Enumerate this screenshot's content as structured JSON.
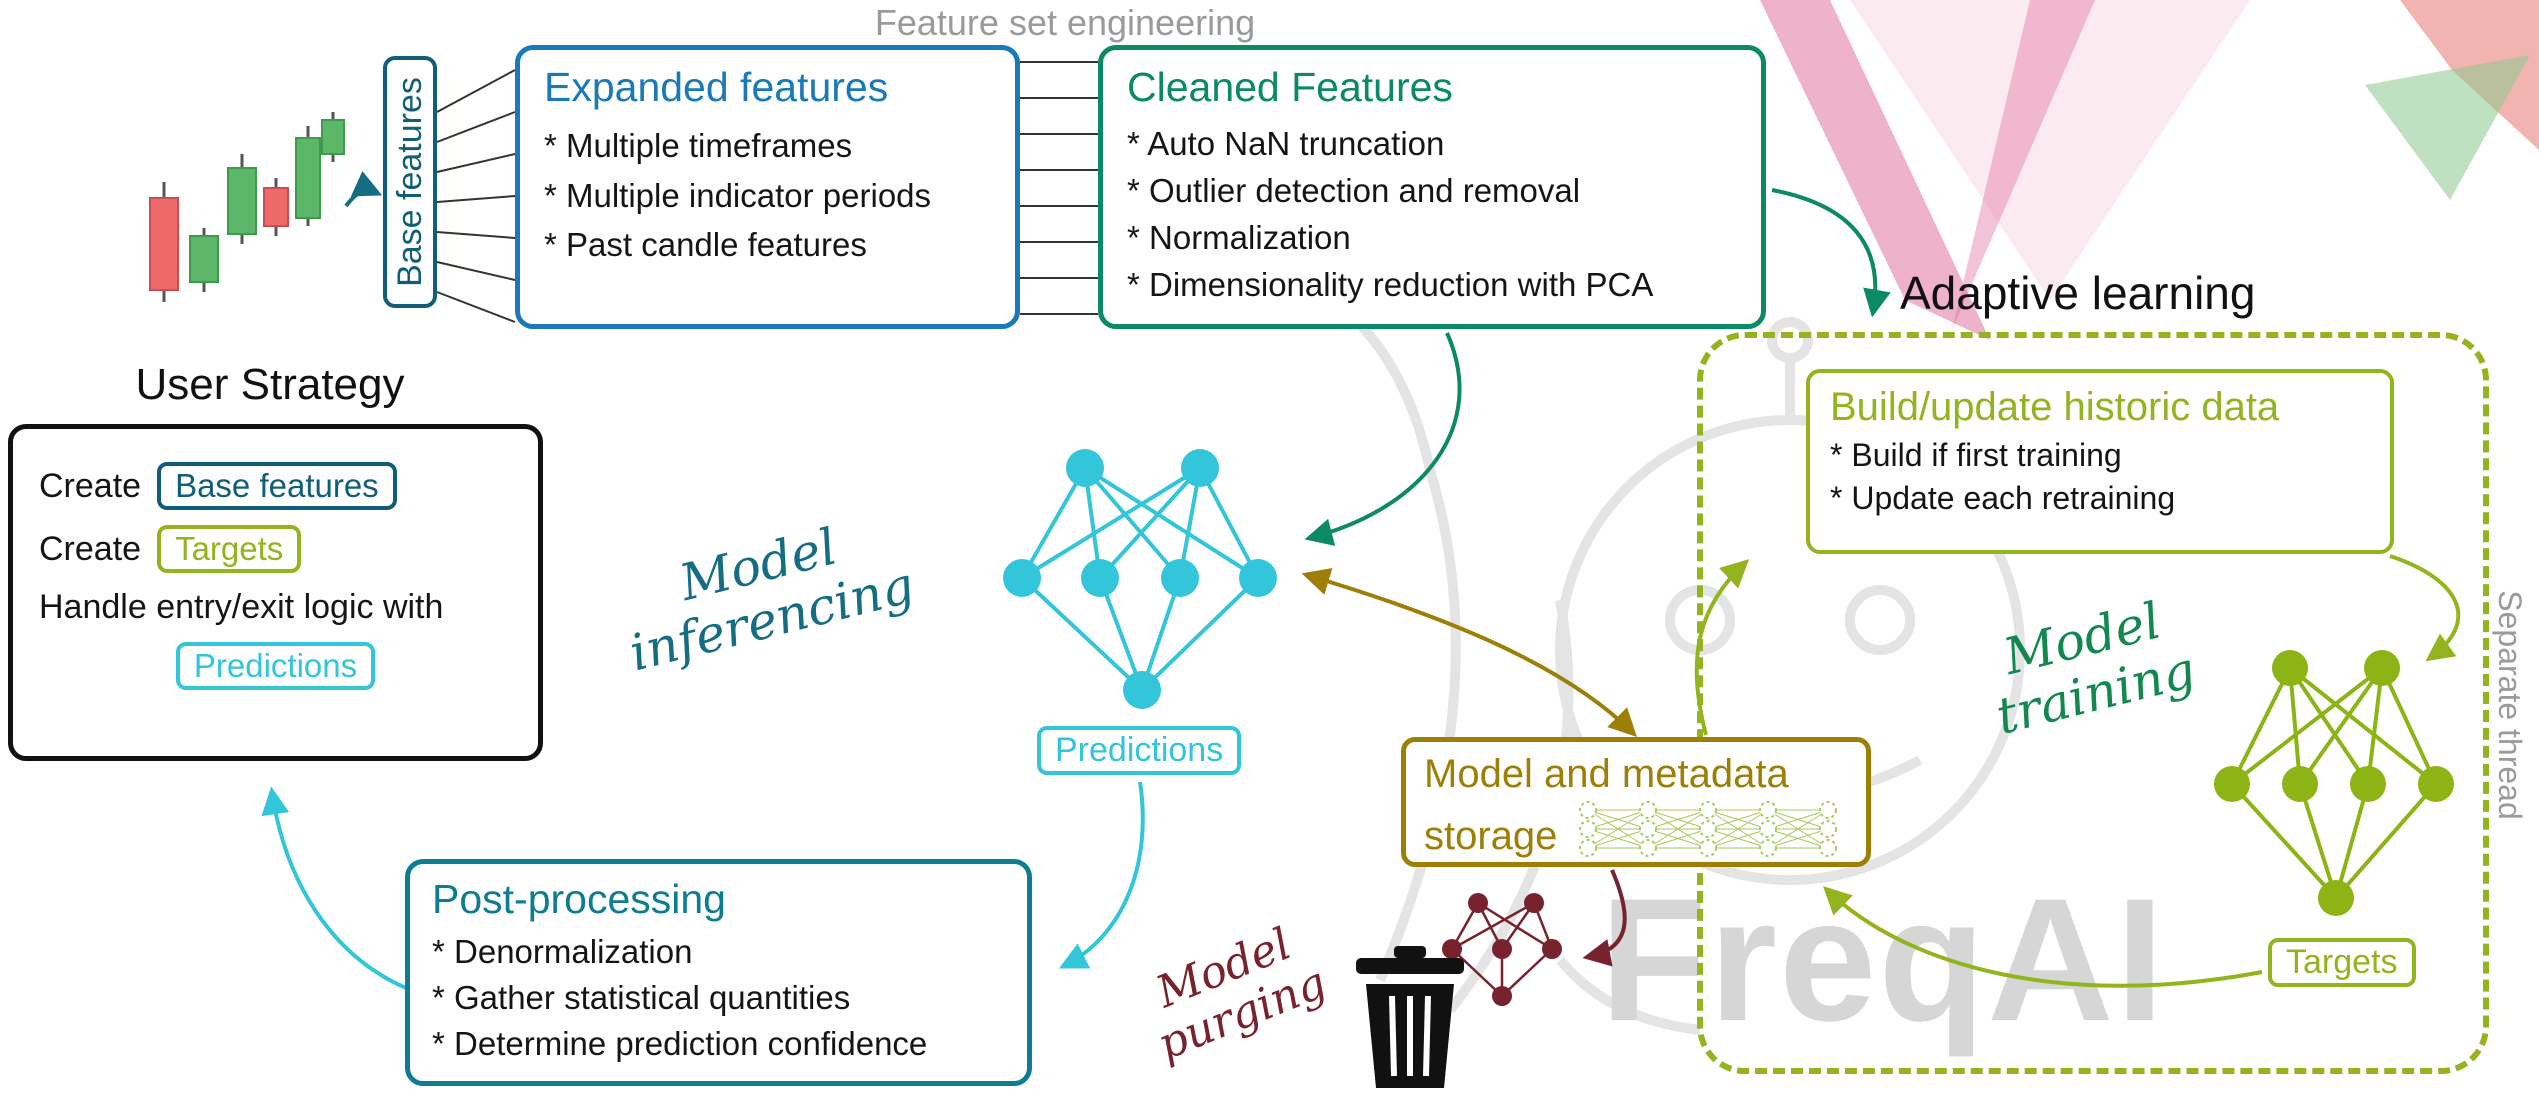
{
  "header": {
    "feature_set_engineering": "Feature set engineering",
    "adaptive_learning": "Adaptive learning"
  },
  "pipeline": {
    "base_features_label": "Base features",
    "expanded_features": {
      "title": "Expanded features",
      "items": [
        "* Multiple timeframes",
        "* Multiple indicator periods",
        "* Past candle features"
      ]
    },
    "cleaned_features": {
      "title": "Cleaned Features",
      "items": [
        "* Auto NaN truncation",
        "* Outlier detection and removal",
        "* Normalization",
        "* Dimensionality reduction with PCA"
      ]
    }
  },
  "user_strategy": {
    "title": "User Strategy",
    "create_label_1": "Create",
    "base_features_tag": "Base features",
    "create_label_2": "Create",
    "targets_tag": "Targets",
    "handle_label": "Handle entry/exit logic with",
    "predictions_tag": "Predictions"
  },
  "inference": {
    "label_line1": "Model",
    "label_line2": "inferencing",
    "predictions_tag": "Predictions"
  },
  "storage": {
    "title_line1": "Model and metadata",
    "title_line2": "storage"
  },
  "adaptive": {
    "build_update": {
      "title": "Build/update historic data",
      "items": [
        "* Build if first training",
        "* Update each retraining"
      ]
    },
    "training_line1": "Model",
    "training_line2": "training",
    "targets_tag": "Targets",
    "separate_thread": "Separate thread"
  },
  "post_processing": {
    "title": "Post-processing",
    "items": [
      "* Denormalization",
      "* Gather statistical quantities",
      "* Determine prediction confidence"
    ]
  },
  "purging": {
    "label_line1": "Model",
    "label_line2": "purging"
  },
  "watermark": "FreqAI",
  "icons": {
    "market_data": "candlestick-chart-icon",
    "inference_model": "neural-network-icon",
    "training_model": "neural-network-icon",
    "purged_model": "neural-network-icon",
    "stored_model": "dotted-neural-network-icon",
    "purge_bin": "trash-icon",
    "watermark_robot": "robot-icon"
  },
  "colors": {
    "blue": "#1a79b8",
    "teal_green": "#0b8a65",
    "teal_dark": "#115e78",
    "teal": "#0e7d92",
    "cyan": "#33c5da",
    "olive": "#93b41f",
    "dark_yellow": "#9d7f08",
    "dark_red": "#77222d",
    "gray": "#9a9a9a"
  }
}
